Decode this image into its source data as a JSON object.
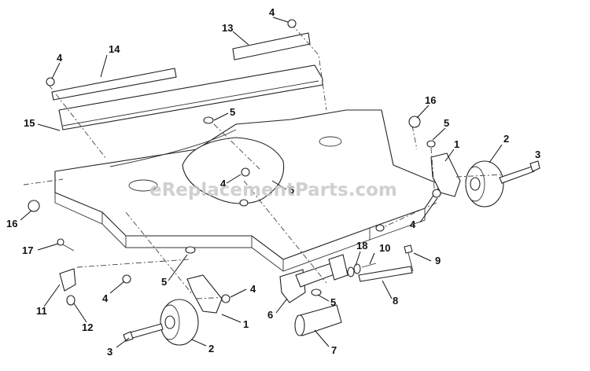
{
  "watermark": "eReplacementParts.com",
  "callouts": [
    "1",
    "2",
    "3",
    "4",
    "5",
    "6",
    "7",
    "8",
    "9",
    "10",
    "11",
    "12",
    "13",
    "14",
    "15",
    "16",
    "17",
    "18"
  ],
  "colors": {
    "line": "#222222",
    "background": "#ffffff",
    "watermark": "#c8c8c8"
  }
}
